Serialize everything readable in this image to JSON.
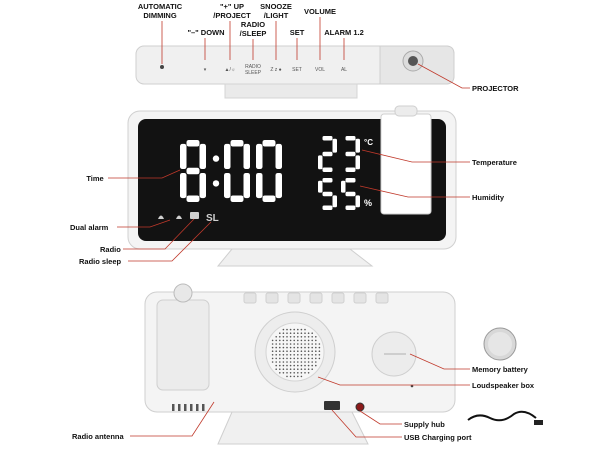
{
  "callouts": {
    "automatic_dimming": [
      "AUTOMATIC",
      "DIMMING"
    ],
    "down": "\"–\" DOWN",
    "up_project": [
      "\"+\" UP",
      "/PROJECT"
    ],
    "radio_sleep": [
      "RADIO",
      "/SLEEP"
    ],
    "snooze_light": [
      "SNOOZE",
      "/LIGHT"
    ],
    "set": "SET",
    "volume": "VOLUME",
    "alarm": "ALARM 1.2",
    "projector": "PROJECTOR",
    "temperature": "Temperature",
    "humidity": "Humidity",
    "time": "Time",
    "dual_alarm": "Dual alarm",
    "radio": "Radio",
    "radio_sleep_left": "Radio sleep",
    "memory_battery": "Memory battery",
    "loudspeaker_box": "Loudspeaker box",
    "supply_hub": "Supply hub",
    "radio_antenna": "Radio antenna",
    "usb_charging_port": "USB Charging port"
  },
  "device_labels": {
    "up_key": "▲/☼",
    "radio_key": [
      "RADIO",
      "SLEEP"
    ],
    "snooze_key": "Z z ●",
    "set_key": "SET",
    "vol_key": "VOL",
    "alarm_key": "AL",
    "sleep_indicator": "SL",
    "celsius": "°C",
    "percent": "%"
  },
  "display": {
    "time": "8:00",
    "temperature": "23",
    "humidity": "55"
  },
  "colors": {
    "leader": "#c0392b",
    "screen": "#111111",
    "body": "#f2f2f2",
    "digits": "#ffffff"
  }
}
